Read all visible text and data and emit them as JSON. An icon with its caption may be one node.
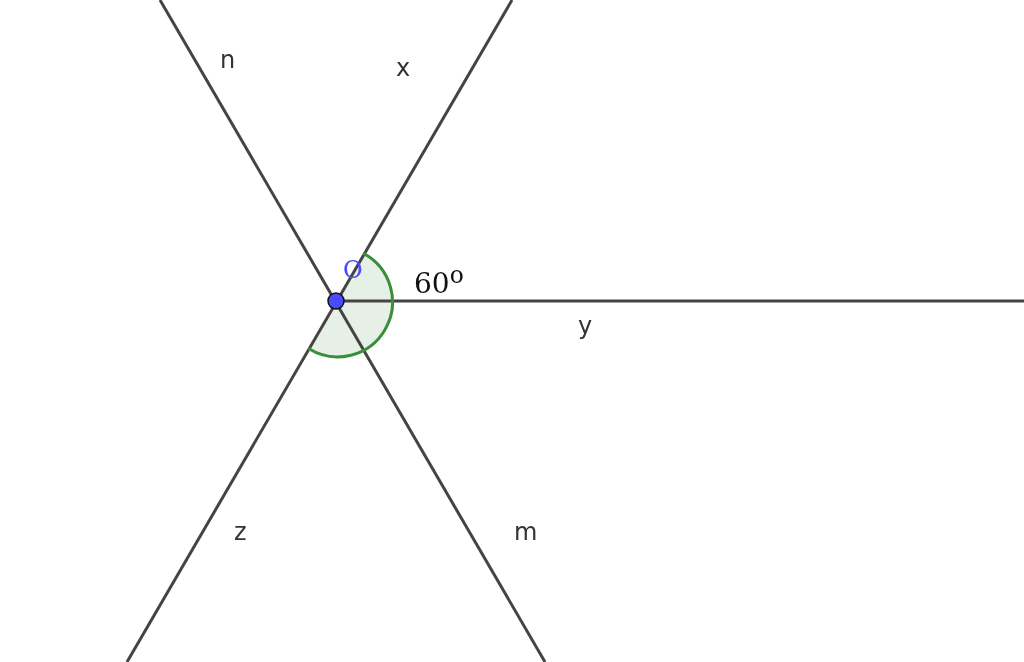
{
  "diagram": {
    "labels": [
      "n",
      "x",
      "O",
      "60$^{o}$",
      "y",
      "z",
      "m"
    ]
  }
}
